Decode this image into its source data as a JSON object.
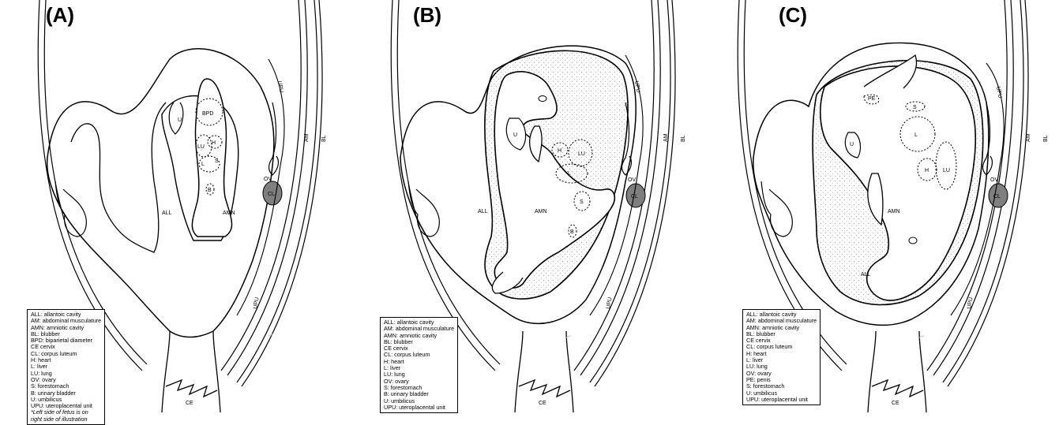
{
  "panels": [
    {
      "label": "(A)",
      "anatomy_labels": {
        "all": "ALL",
        "amn": "AMN",
        "u": "U",
        "bpd": "BPD",
        "h": "H",
        "lu": "LU",
        "l": "L",
        "s": "S",
        "b": "B",
        "ov": "OV",
        "cl": "CL",
        "upu": "UPU",
        "am": "AM",
        "bl": "BL",
        "ce": "CE"
      },
      "legend": [
        "ALL: allantoic cavity",
        "AM: abdominal musculature",
        "AMN: amniotic cavity",
        "BL: blubber",
        "BPD: biparietal diameter",
        "CE cervix",
        "CL: corpus luteum",
        "H: heart",
        "L: liver",
        "LU: lung",
        "OV: ovary",
        "S: forestomach",
        "B: urinary bladder",
        "U: umbilicus",
        "UPU: uteroplacental unit"
      ],
      "note": "*Left side of fetus is on right side of illustration"
    },
    {
      "label": "(B)",
      "anatomy_labels": {
        "all": "ALL",
        "amn": "AMN",
        "u": "U",
        "h": "H",
        "lu": "LU",
        "l": "L",
        "s": "S",
        "b": "B",
        "ov": "OV",
        "cl": "CL",
        "upu": "UPU",
        "am": "AM",
        "bl": "BL",
        "ce": "CE"
      },
      "legend": [
        "ALL: allantoic cavity",
        "AM: abdominal musculature",
        "AMN: amniotic cavity",
        "BL: blubber",
        "CE cervix",
        "CL: corpus luteum",
        "H: heart",
        "L: liver",
        "LU: lung",
        "OV: ovary",
        "S: forestomach",
        "B: urinary bladder",
        "U: umbilicus",
        "UPU: uteroplacental unit"
      ]
    },
    {
      "label": "(C)",
      "anatomy_labels": {
        "all": "ALL",
        "amn": "AMN",
        "u": "U",
        "pe": "PE",
        "h": "H",
        "lu": "LU",
        "l": "L",
        "s": "S",
        "ov": "OV",
        "cl": "CL",
        "upu": "UPU",
        "am": "AM",
        "bl": "BL",
        "ce": "CE"
      },
      "legend": [
        "ALL: allantoic cavity",
        "AM: abdominal musculature",
        "AMN: amniotic cavity",
        "BL: blubber",
        "CE cervix",
        "CL: corpus luteum",
        "H: heart",
        "L: liver",
        "LU: lung",
        "OV: ovary",
        "PE: penis",
        "S: forestomach",
        "U: umbilicus",
        "UPU: uteroplacental unit"
      ]
    }
  ],
  "colors": {
    "line": "#000000",
    "corpus_luteum": "#7f7f7f",
    "stipple": "#999999",
    "signature": "#bbbbbb"
  }
}
